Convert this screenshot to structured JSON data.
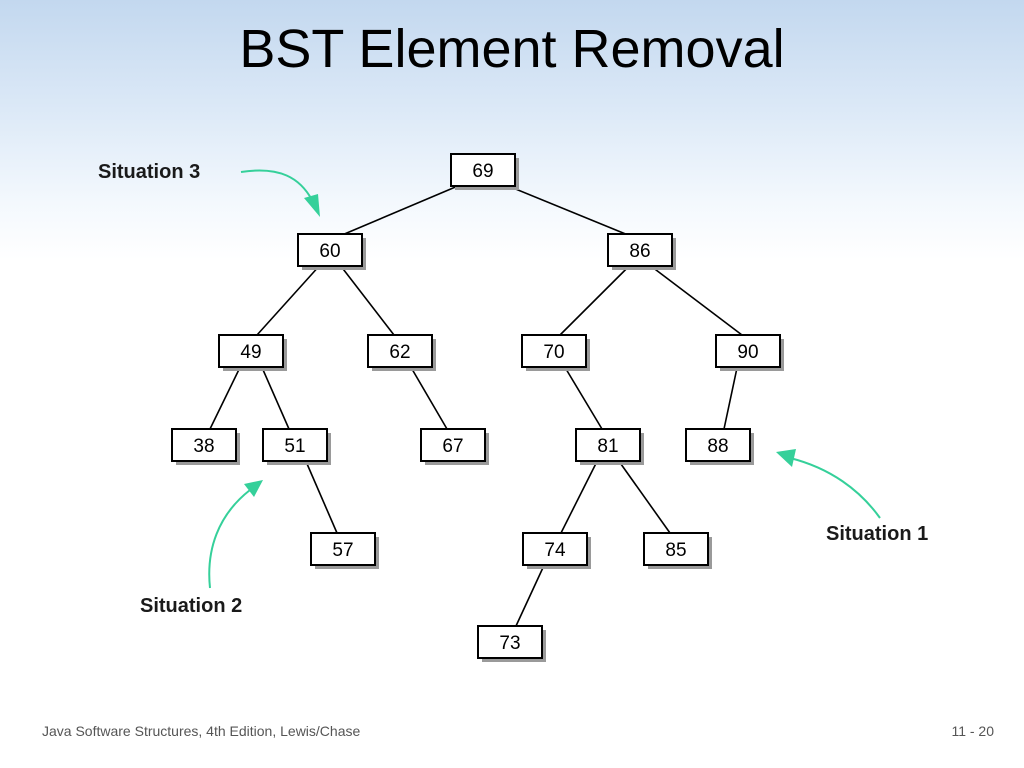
{
  "slide": {
    "title": "BST Element Removal",
    "footer_left": "Java Software Structures, 4th Edition, Lewis/Chase",
    "footer_right": "11 - 20"
  },
  "tree": {
    "root": "69",
    "nodes": [
      {
        "key": "69",
        "value": "69",
        "left": "60",
        "right": "86"
      },
      {
        "key": "60",
        "value": "60",
        "left": "49",
        "right": "62"
      },
      {
        "key": "86",
        "value": "86",
        "left": "70",
        "right": "90"
      },
      {
        "key": "49",
        "value": "49",
        "left": "38",
        "right": "51"
      },
      {
        "key": "62",
        "value": "62",
        "left": null,
        "right": "67"
      },
      {
        "key": "70",
        "value": "70",
        "left": null,
        "right": "81"
      },
      {
        "key": "90",
        "value": "90",
        "left": "88",
        "right": null
      },
      {
        "key": "38",
        "value": "38",
        "left": null,
        "right": null
      },
      {
        "key": "51",
        "value": "51",
        "left": null,
        "right": "57"
      },
      {
        "key": "67",
        "value": "67",
        "left": null,
        "right": null
      },
      {
        "key": "81",
        "value": "81",
        "left": "74",
        "right": "85"
      },
      {
        "key": "88",
        "value": "88",
        "left": null,
        "right": null
      },
      {
        "key": "57",
        "value": "57",
        "left": null,
        "right": null
      },
      {
        "key": "74",
        "value": "74",
        "left": "73",
        "right": null
      },
      {
        "key": "85",
        "value": "85",
        "left": null,
        "right": null
      },
      {
        "key": "73",
        "value": "73",
        "left": null,
        "right": null
      }
    ]
  },
  "callouts": [
    {
      "label": "Situation 3",
      "points_to": "60"
    },
    {
      "label": "Situation 2",
      "points_to": "51"
    },
    {
      "label": "Situation 1",
      "points_to": "88"
    }
  ],
  "colors": {
    "arrow": "#35d09a",
    "box_border": "#000000",
    "box_shadow": "#9a9a9a"
  }
}
